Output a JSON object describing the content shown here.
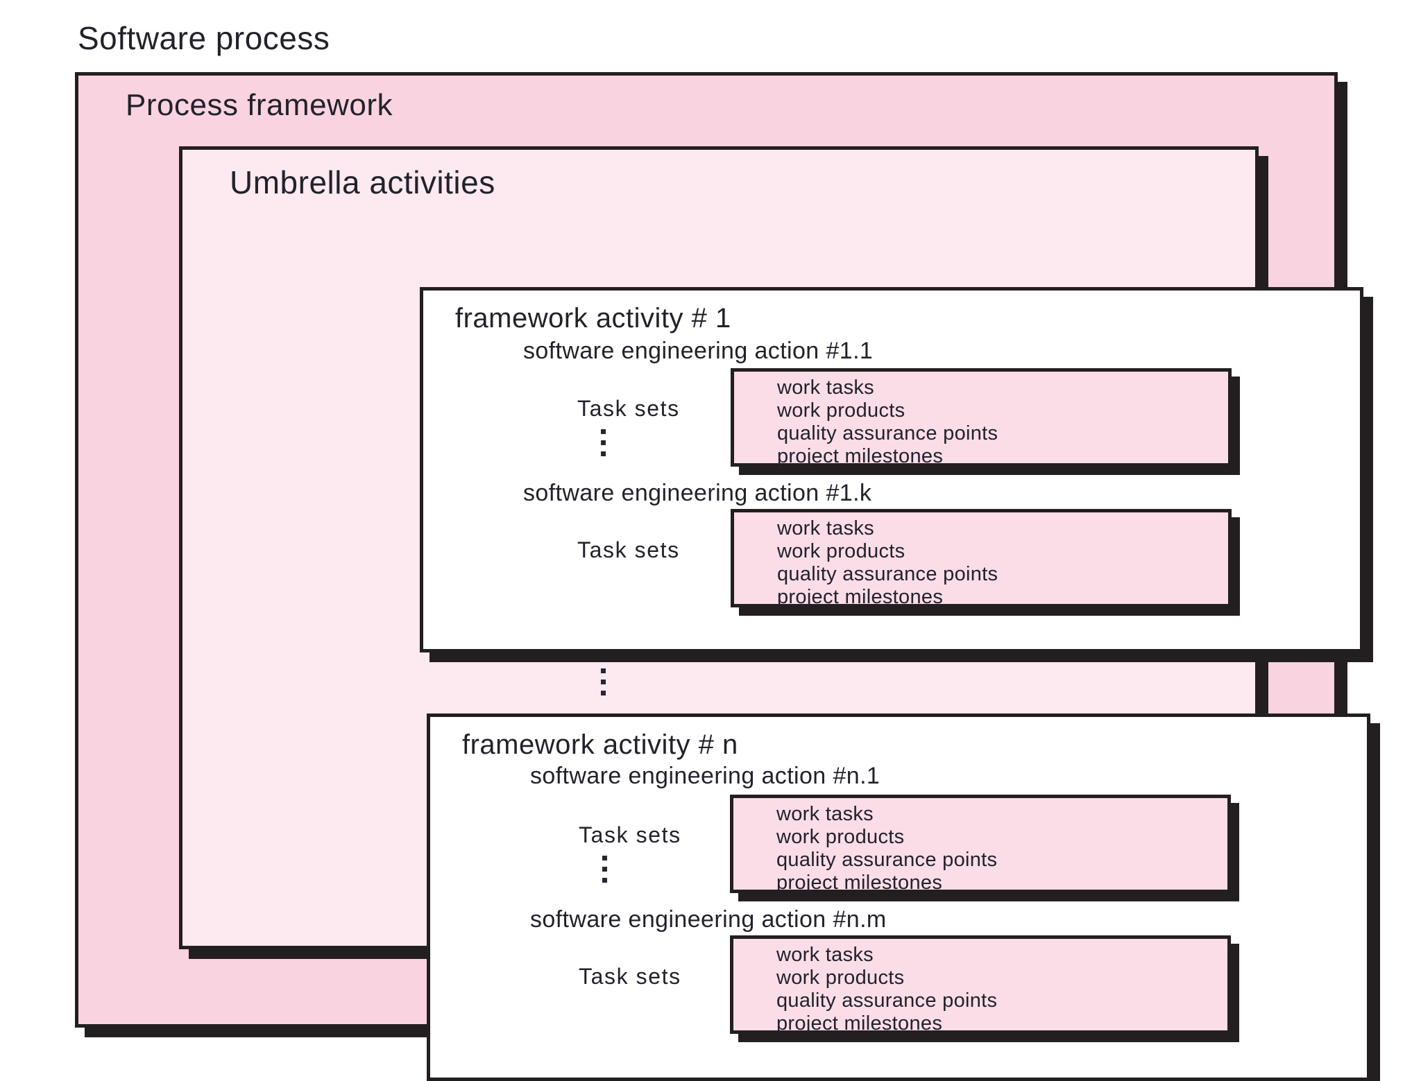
{
  "diagram": {
    "title": "Software process",
    "process_framework": {
      "title": "Process framework",
      "fill_color": "#fad3e0"
    },
    "umbrella_activities": {
      "title": "Umbrella activities",
      "fill_color": "#fde9f0"
    },
    "task_sets_label": "Task sets",
    "task_set_items": [
      "work tasks",
      "work products",
      "quality assurance points",
      "project milestones"
    ],
    "task_set_fill_color": "#fbdde8",
    "border_color": "#231f20",
    "framework_activities": [
      {
        "title": "framework activity #  1",
        "actions": [
          {
            "label": "software engineering action #1.1"
          },
          {
            "label": "software engineering action #1.k"
          }
        ]
      },
      {
        "title": "framework activity #  n",
        "actions": [
          {
            "label": "software engineering action #n.1"
          },
          {
            "label": "software engineering action #n.m"
          }
        ]
      }
    ]
  }
}
